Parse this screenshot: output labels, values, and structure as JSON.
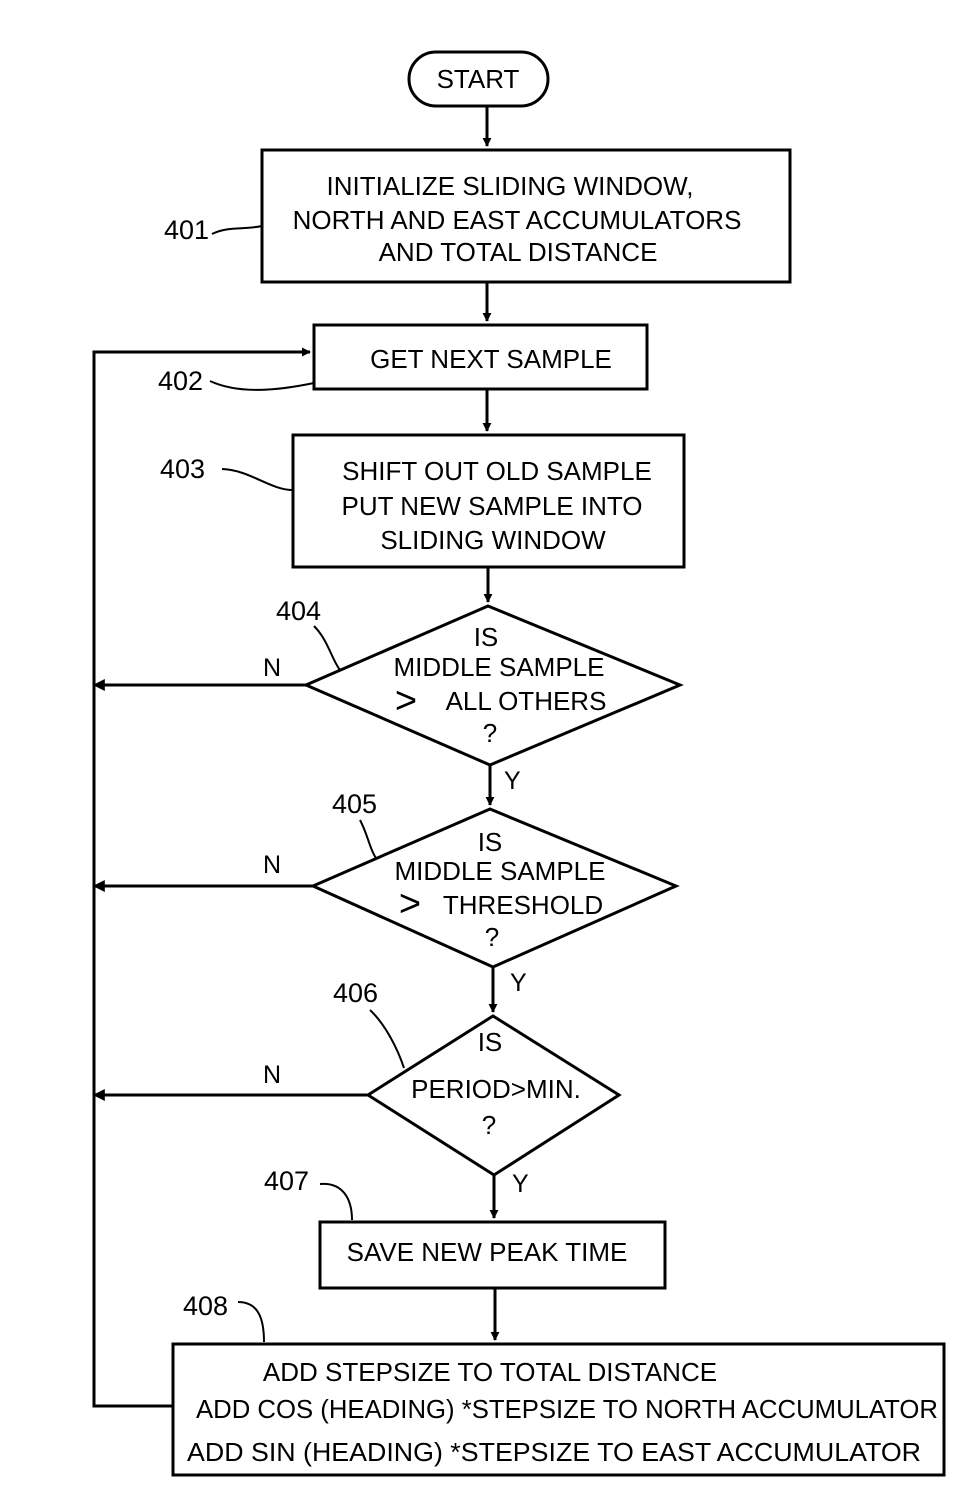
{
  "flowchart": {
    "start": "START",
    "step401": {
      "ref": "401",
      "lines": [
        "INITIALIZE  SLIDING WINDOW,",
        "NORTH AND EAST ACCUMULATORS",
        "AND  TOTAL  DISTANCE"
      ]
    },
    "step402": {
      "ref": "402",
      "text": "GET  NEXT  SAMPLE"
    },
    "step403": {
      "ref": "403",
      "lines": [
        "SHIFT OUT OLD SAMPLE",
        "PUT NEW SAMPLE INTO",
        "SLIDING WINDOW"
      ]
    },
    "decision404": {
      "ref": "404",
      "is": "IS",
      "line1": "MIDDLE SAMPLE",
      "gt": ">",
      "line2": "ALL OTHERS",
      "q": "?",
      "no": "N",
      "yes": "Y"
    },
    "decision405": {
      "ref": "405",
      "is": "IS",
      "line1": "MIDDLE SAMPLE",
      "gt": ">",
      "line2": "THRESHOLD",
      "q": "?",
      "no": "N",
      "yes": "Y"
    },
    "decision406": {
      "ref": "406",
      "is": "IS",
      "line1": "PERIOD>MIN.",
      "q": "?",
      "no": "N",
      "yes": "Y"
    },
    "step407": {
      "ref": "407",
      "text": "SAVE NEW PEAK  TIME"
    },
    "step408": {
      "ref": "408",
      "lines": [
        "ADD STEPSIZE  TO  TOTAL DISTANCE",
        "ADD COS (HEADING) *STEPSIZE TO NORTH ACCUMULATOR",
        "ADD SIN (HEADING) *STEPSIZE  TO EAST ACCUMULATOR"
      ]
    }
  }
}
